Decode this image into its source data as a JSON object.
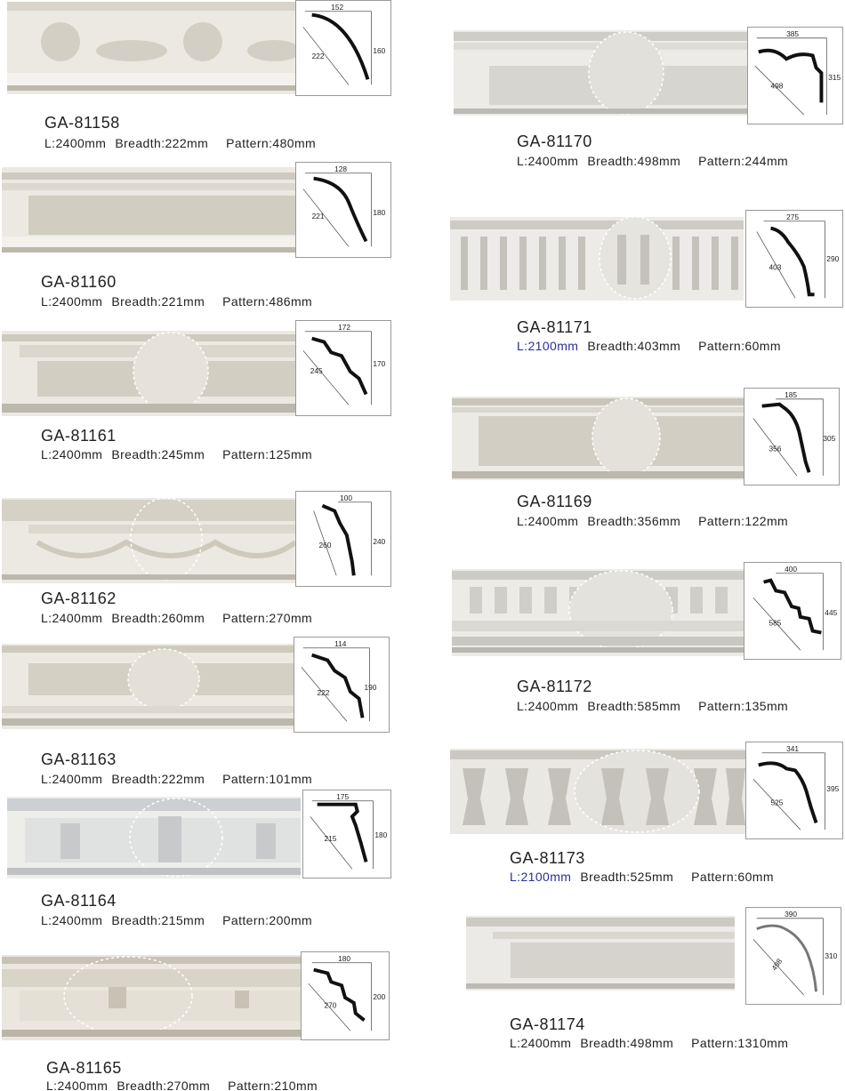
{
  "labels": {
    "length_prefix": "L:",
    "breadth_prefix": "Breadth:",
    "pattern_prefix": "Pattern:"
  },
  "colors": {
    "moulding": "#e9e6df",
    "shadow": "#b9b4a8",
    "highlight_blue": "#2a2f8f"
  },
  "products": [
    {
      "code": "GA-81158",
      "length": "2400mm",
      "breadth": "222mm",
      "pattern": "480mm",
      "dims": [
        "152",
        "160",
        "222"
      ],
      "length_highlight": false
    },
    {
      "code": "GA-81160",
      "length": "2400mm",
      "breadth": "221mm",
      "pattern": "486mm",
      "dims": [
        "128",
        "180",
        "221"
      ],
      "length_highlight": false
    },
    {
      "code": "GA-81161",
      "length": "2400mm",
      "breadth": "245mm",
      "pattern": "125mm",
      "dims": [
        "172",
        "170",
        "245"
      ],
      "length_highlight": false
    },
    {
      "code": "GA-81162",
      "length": "2400mm",
      "breadth": "260mm",
      "pattern": "270mm",
      "dims": [
        "100",
        "240",
        "260"
      ],
      "length_highlight": false
    },
    {
      "code": "GA-81163",
      "length": "2400mm",
      "breadth": "222mm",
      "pattern": "101mm",
      "dims": [
        "114",
        "190",
        "222"
      ],
      "length_highlight": false
    },
    {
      "code": "GA-81164",
      "length": "2400mm",
      "breadth": "215mm",
      "pattern": "200mm",
      "dims": [
        "175",
        "180",
        "215"
      ],
      "length_highlight": false
    },
    {
      "code": "GA-81165",
      "length": "2400mm",
      "breadth": "270mm",
      "pattern": "210mm",
      "dims": [
        "180",
        "200",
        "270"
      ],
      "length_highlight": false
    },
    {
      "code": "GA-81170",
      "length": "2400mm",
      "breadth": "498mm",
      "pattern": "244mm",
      "dims": [
        "385",
        "315",
        "498"
      ],
      "length_highlight": false
    },
    {
      "code": "GA-81171",
      "length": "2100mm",
      "breadth": "403mm",
      "pattern": "60mm",
      "dims": [
        "275",
        "290",
        "403"
      ],
      "length_highlight": true
    },
    {
      "code": "GA-81169",
      "length": "2400mm",
      "breadth": "356mm",
      "pattern": "122mm",
      "dims": [
        "185",
        "305",
        "356"
      ],
      "length_highlight": false
    },
    {
      "code": "GA-81172",
      "length": "2400mm",
      "breadth": "585mm",
      "pattern": "135mm",
      "dims": [
        "400",
        "445",
        "585"
      ],
      "length_highlight": false
    },
    {
      "code": "GA-81173",
      "length": "2100mm",
      "breadth": "525mm",
      "pattern": "60mm",
      "dims": [
        "341",
        "395",
        "525"
      ],
      "length_highlight": true
    },
    {
      "code": "GA-81174",
      "length": "2400mm",
      "breadth": "498mm",
      "pattern": "1310mm",
      "dims": [
        "390",
        "310",
        "498"
      ],
      "length_highlight": false
    }
  ]
}
